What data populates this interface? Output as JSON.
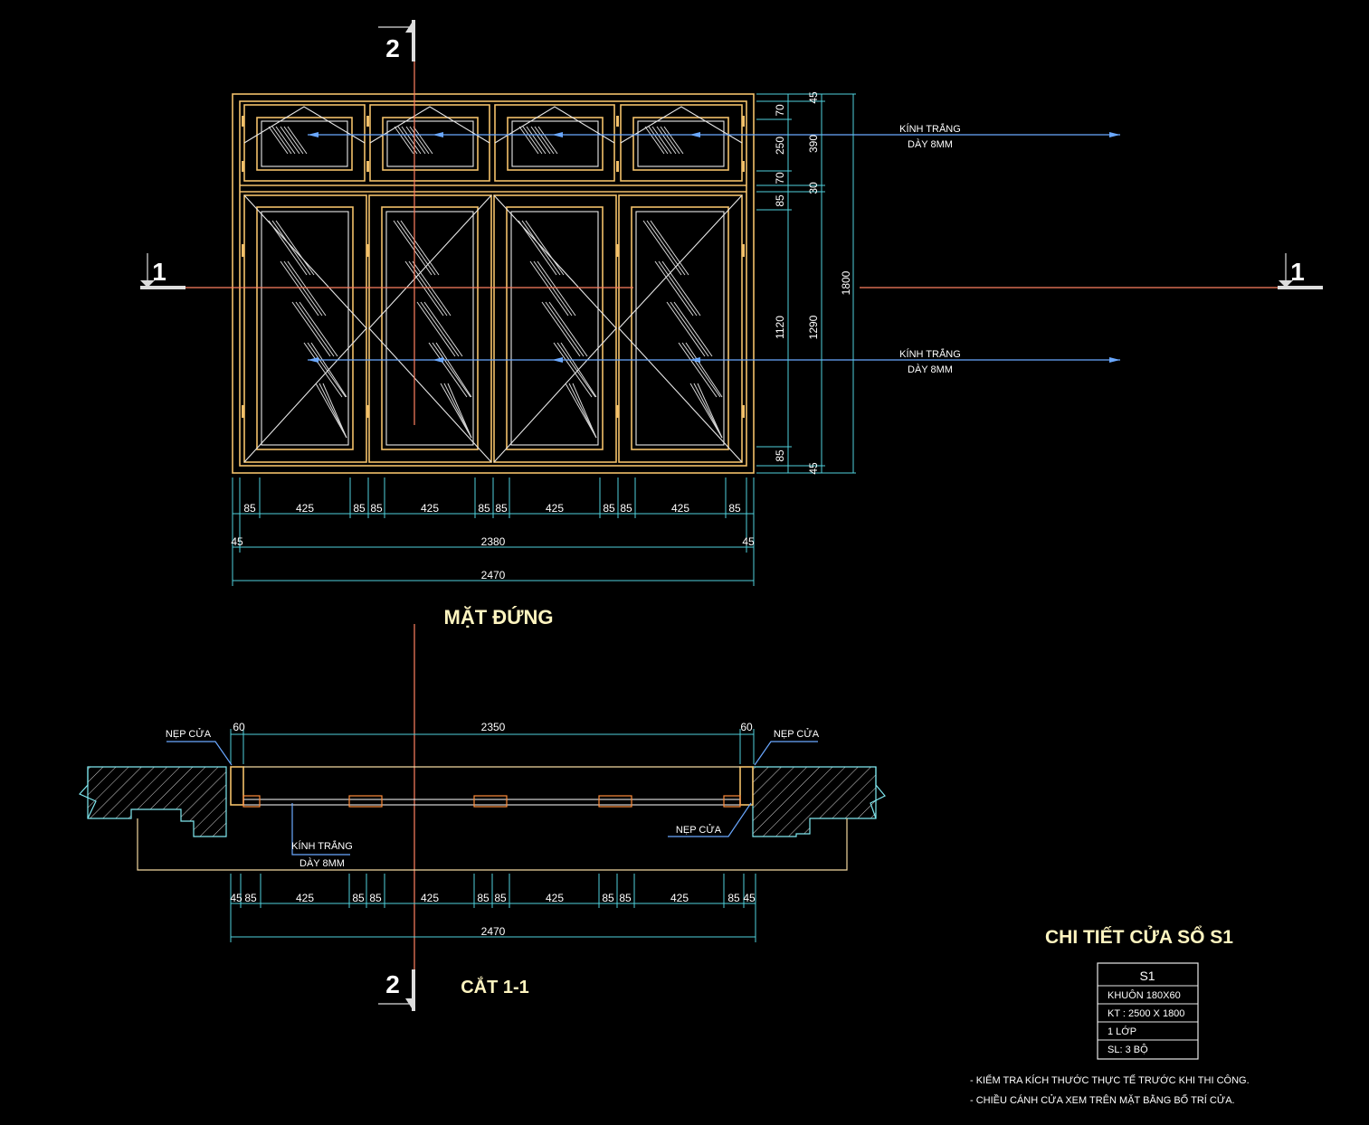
{
  "colors": {
    "background": "#000000",
    "frame": "#f2c06a",
    "glass": "#e8e8e8",
    "dimension": "#4fd1dc",
    "axis": "#ff8060",
    "leader": "#6aa8ff",
    "title": "#fff5c0"
  },
  "section_marks": {
    "v_top": "2",
    "v_bottom": "2",
    "h_left": "1",
    "h_right": "1"
  },
  "elevation": {
    "title": "MẶT ĐỨNG",
    "glass_note_top": [
      "KÍNH TRẮNG",
      "DÀY 8MM"
    ],
    "glass_note_bottom": [
      "KÍNH TRẮNG",
      "DÀY 8MM"
    ],
    "right_dims_inner": [
      "70",
      "250",
      "70",
      "85",
      "1120",
      "85"
    ],
    "right_dims_mid": [
      "45",
      "390",
      "30",
      "1290",
      "45"
    ],
    "right_dims_outer": "1800",
    "bottom_dims_row1": [
      "85",
      "425",
      "85",
      "85",
      "425",
      "85",
      "85",
      "425",
      "85",
      "85",
      "425",
      "85"
    ],
    "bottom_dims_row2": [
      "45",
      "2380",
      "45"
    ],
    "bottom_dims_row3": "2470"
  },
  "section": {
    "title": "CẮT 1-1",
    "top_dims": [
      "60",
      "2350",
      "60"
    ],
    "label_left": "NẸP CỬA",
    "label_right": "NẸP CỬA",
    "label_bottom_right": "NẸP CỬA",
    "glass_note": [
      "KÍNH TRẮNG",
      "DÀY 8MM"
    ],
    "bottom_dims_row1": [
      "45",
      "85",
      "425",
      "85",
      "85",
      "425",
      "85",
      "85",
      "425",
      "85",
      "85",
      "425",
      "85",
      "45"
    ],
    "bottom_dims_row2": "2470"
  },
  "detail": {
    "title": "CHI TIẾT CỬA SỔ S1",
    "table_header": "S1",
    "table_rows": [
      "KHUÔN 180X60",
      "KT : 2500 X 1800",
      "1 LỚP",
      "SL: 3 BỘ"
    ],
    "notes": [
      "- KIỂM TRA KÍCH THƯỚC THỰC TẾ TRƯỚC KHI THI CÔNG.",
      "- CHIỀU CÁNH CỬA XEM TRÊN MẶT BẰNG BỐ TRÍ CỬA."
    ]
  }
}
